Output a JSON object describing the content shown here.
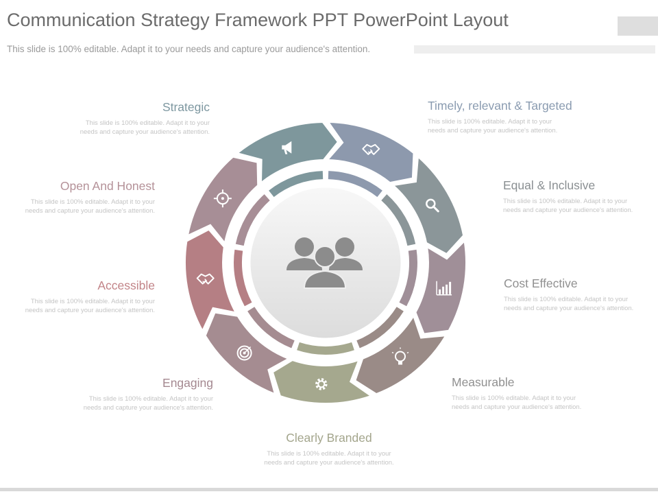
{
  "header": {
    "title": "Communication Strategy Framework PPT PowerPoint Layout",
    "subtitle": "This slide is 100% editable.  Adapt it to your needs and capture your audience's attention."
  },
  "diagram": {
    "center_icon": "people-group-icon",
    "segments": [
      {
        "key": "strategic",
        "title": "Strategic",
        "desc": "This slide is 100% editable.  Adapt it to your needs and capture your audience's attention.",
        "icon": "megaphone-icon",
        "color": "#7e979c",
        "title_color": "#7d97a0"
      },
      {
        "key": "timely",
        "title": "Timely, relevant & Targeted",
        "desc": "This slide is 100% editable.  Adapt it to your needs and capture your audience's attention.",
        "icon": "handshake-icon",
        "color": "#8d99ad",
        "title_color": "#8a9bb0"
      },
      {
        "key": "equal",
        "title": "Equal & Inclusive",
        "desc": "This slide is 100% editable.  Adapt it to your needs and capture your audience's attention.",
        "icon": "magnifier-icon",
        "color": "#8b9699",
        "title_color": "#8a8f92"
      },
      {
        "key": "cost",
        "title": "Cost Effective",
        "desc": "This slide is 100% editable.  Adapt it to your needs and capture your audience's attention.",
        "icon": "bar-chart-icon",
        "color": "#a08f98",
        "title_color": "#909090"
      },
      {
        "key": "measurable",
        "title": "Measurable",
        "desc": "This slide is 100% editable.  Adapt it to your needs and capture your audience's attention.",
        "icon": "lightbulb-icon",
        "color": "#9a8b87",
        "title_color": "#909090"
      },
      {
        "key": "branded",
        "title": "Clearly Branded",
        "desc": "This slide is 100% editable.  Adapt it to your needs and capture your audience's attention.",
        "icon": "gear-icon",
        "color": "#a5a88e",
        "title_color": "#a3a58c"
      },
      {
        "key": "engaging",
        "title": "Engaging",
        "desc": "This slide is 100% editable.  Adapt it to your needs and capture your audience's attention.",
        "icon": "target-icon",
        "color": "#a58c91",
        "title_color": "#a48890"
      },
      {
        "key": "accessible",
        "title": "Accessible",
        "desc": "This slide is 100% editable.  Adapt it to your needs and capture your audience's attention.",
        "icon": "handshake-icon",
        "color": "#b57f84",
        "title_color": "#c28488"
      },
      {
        "key": "open",
        "title": "Open And Honest",
        "desc": "This slide is 100% editable.  Adapt it to your needs and capture your audience's attention.",
        "icon": "crosshair-icon",
        "color": "#a78e96",
        "title_color": "#b49198"
      }
    ]
  }
}
